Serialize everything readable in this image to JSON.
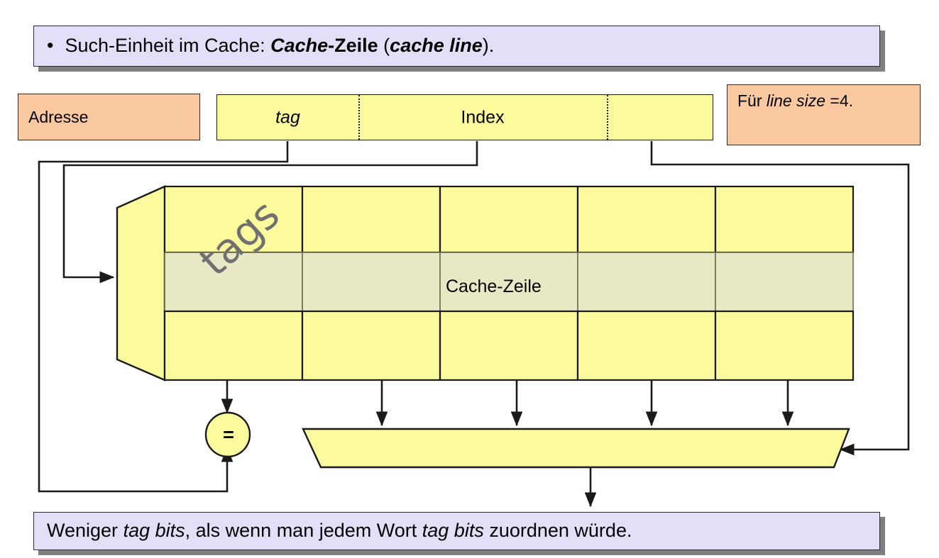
{
  "slide": {
    "header": {
      "bullet": "•",
      "text_plain": "Such-Einheit im Cache: Cache-Zeile (cache line).",
      "segments": [
        {
          "text": "Such-Einheit im Cache: ",
          "style": "normal"
        },
        {
          "text": "Cache",
          "style": "bold-italic"
        },
        {
          "text": "-Zeile",
          "style": "bold"
        },
        {
          "text": " (",
          "style": "normal"
        },
        {
          "text": "cache line",
          "style": "bold-italic"
        },
        {
          "text": ").",
          "style": "normal"
        }
      ]
    },
    "footer": {
      "text_plain": "Weniger tag bits, als wenn man jedem Wort tag bits zuordnen würde.",
      "segments": [
        {
          "text": "Weniger ",
          "style": "normal"
        },
        {
          "text": "tag bits",
          "style": "italic"
        },
        {
          "text": ", als wenn man jedem Wort ",
          "style": "normal"
        },
        {
          "text": "tag bits",
          "style": "italic"
        },
        {
          "text": " zuordnen würde.",
          "style": "normal"
        }
      ]
    },
    "notes": {
      "adresse_label": "Adresse",
      "line_size_plain": "Für line size =4.",
      "line_size_segments": [
        {
          "text": "Für ",
          "style": "normal"
        },
        {
          "text": "line size",
          "style": "italic"
        },
        {
          "text": " =4.",
          "style": "normal"
        }
      ]
    },
    "address_field": {
      "fields": [
        {
          "name": "tag",
          "label": "tag",
          "style": "italic"
        },
        {
          "name": "index",
          "label": "Index",
          "style": "normal"
        },
        {
          "name": "offset",
          "label": "",
          "style": "normal"
        }
      ]
    },
    "cache": {
      "tags_label": "tags",
      "cache_line_label": "Cache-Zeile",
      "columns": 5,
      "rows": 3,
      "highlighted_row_index": 1,
      "line_size": 4
    },
    "comparator": {
      "label": "="
    },
    "colors": {
      "callout_bg": "#e2e0f8",
      "callout_shadow": "#808080",
      "note_bg": "#fac9a0",
      "cell_bg": "#fbfb9e",
      "cell_highlight_bg": "#e8e8c4",
      "line": "#1a1a1a",
      "tags_text": "#707070",
      "page_bg": "#ffffff"
    }
  }
}
